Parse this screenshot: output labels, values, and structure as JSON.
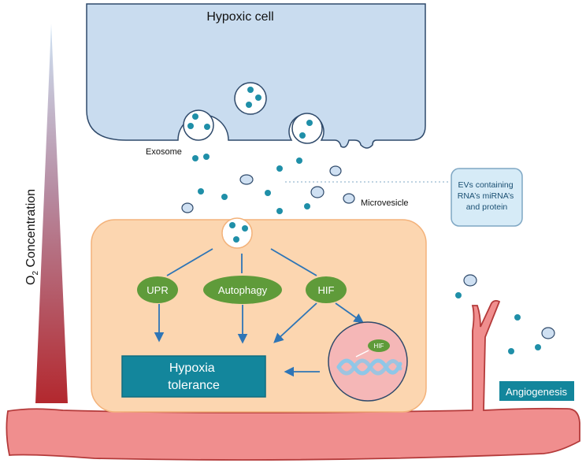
{
  "hypoxic_cell": {
    "title": "Hypoxic cell"
  },
  "labels": {
    "exosome": "Exosome",
    "microvesicle": "Microvesicle",
    "ev_box": [
      "EVs containing",
      "RNA’s miRNA’s",
      "and protein"
    ],
    "o2_main": "O",
    "o2_sub": "2",
    "o2_rest": " Concentration"
  },
  "pathways": {
    "upr": "UPR",
    "autophagy": "Autophagy",
    "hif": "HIF",
    "hif_small": "HIF"
  },
  "outcome": {
    "line1": "Hypoxia",
    "line2": "tolerance"
  },
  "angiogenesis": "Angiogenesis",
  "colors": {
    "cell_fill": "#c9dcef",
    "cell_stroke": "#2f4a6b",
    "dot_fill": "#1f8fa8",
    "vesicle_fill": "#cfe0f2",
    "target_cell_fill": "#fcd6b0",
    "target_cell_stroke": "#f3b27a",
    "pathway_green": "#5f9b3a",
    "box_teal": "#13869c",
    "vessel_fill": "#f08e8e",
    "vessel_stroke": "#b43a3a",
    "arrow_blue": "#2e75b6"
  }
}
